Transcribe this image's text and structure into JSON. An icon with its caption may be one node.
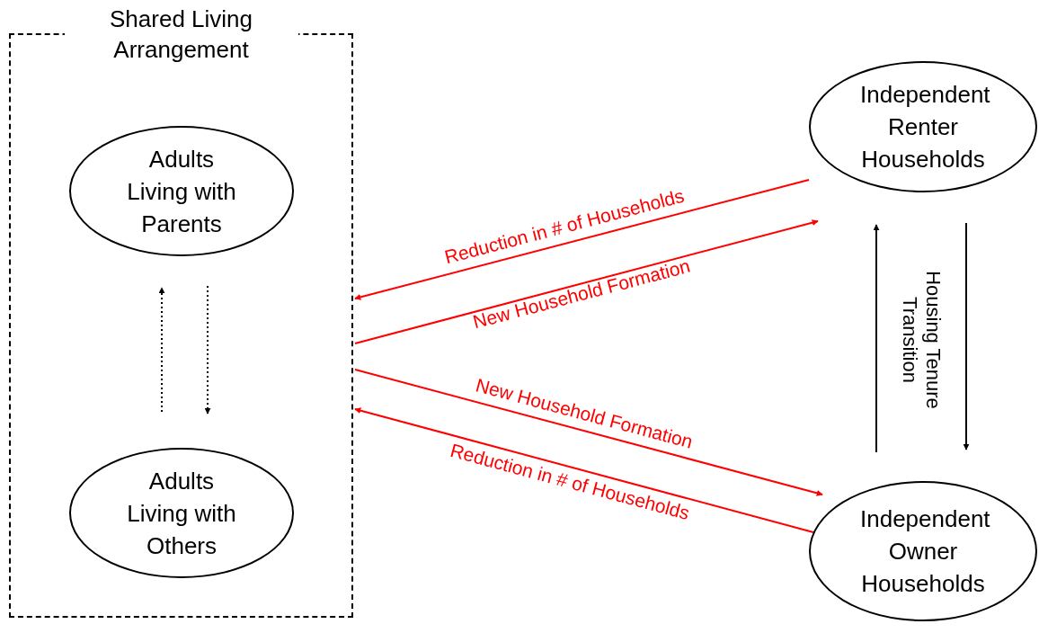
{
  "diagram": {
    "nodes": [
      {
        "text": [
          "Shared Living Arrangement"
        ]
      },
      {
        "text": [
          "Adults Living with Parents"
        ],
        "in": 0
      },
      {
        "text": [
          "Adults Living with Others"
        ],
        "in": 0
      },
      {
        "text": [
          "Independent Renter Households"
        ]
      },
      {
        "text": [
          "Independent Owner Households"
        ]
      }
    ],
    "edges": [
      {
        "from": 2,
        "to": 1,
        "arrow": "to",
        "style": "dashed"
      },
      {
        "from": 1,
        "to": 2,
        "arrow": "to",
        "style": "dashed"
      },
      {
        "from": 3,
        "to": 0,
        "arrow": "to",
        "label": "Reduction in # of Households",
        "color": "#ff0000"
      },
      {
        "from": 0,
        "to": 3,
        "arrow": "to",
        "label": "New Household Formation",
        "color": "#ff0000"
      },
      {
        "from": 0,
        "to": 4,
        "arrow": "to",
        "label": "New Household Formation",
        "color": "#ff0000"
      },
      {
        "from": 4,
        "to": 0,
        "arrow": "to",
        "label": "Reduction in # of Households",
        "color": "#ff0000"
      },
      {
        "from": 4,
        "to": 3,
        "arrow": "to"
      },
      {
        "from": 3,
        "to": 4,
        "arrow": "to"
      }
    ],
    "labels": [
      "Housing Tenure Transition"
    ]
  }
}
